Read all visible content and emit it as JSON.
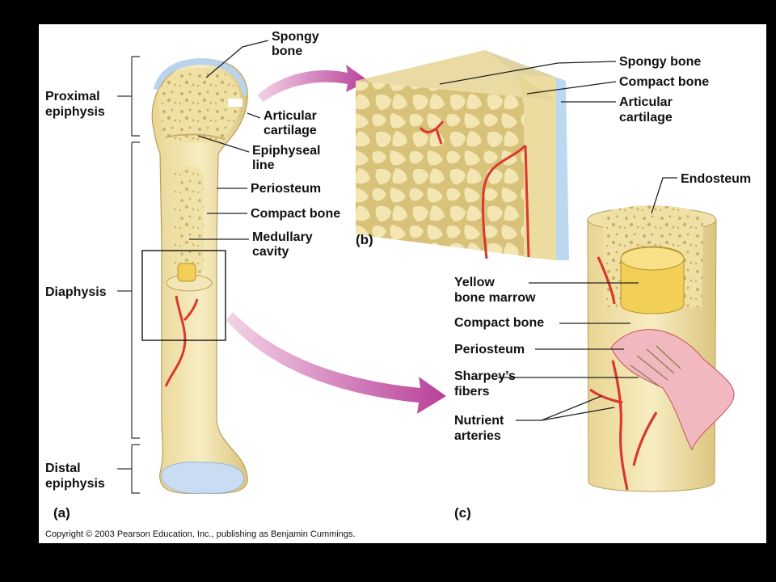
{
  "panel_a": {
    "tag": "(a)",
    "labels": {
      "spongy_bone": [
        "Spongy",
        "bone"
      ],
      "articular_cartilage": [
        "Articular",
        "cartilage"
      ],
      "epiphyseal_line": [
        "Epiphyseal",
        "line"
      ],
      "periosteum": "Periosteum",
      "compact_bone": "Compact bone",
      "medullary_cavity": [
        "Medullary",
        "cavity"
      ],
      "proximal_epiphysis": [
        "Proximal",
        "epiphysis"
      ],
      "diaphysis": "Diaphysis",
      "distal_epiphysis": [
        "Distal",
        "epiphysis"
      ]
    }
  },
  "panel_b": {
    "tag": "(b)",
    "labels": {
      "spongy_bone": "Spongy bone",
      "compact_bone": "Compact bone",
      "articular_cartilage": [
        "Articular",
        "cartilage"
      ]
    }
  },
  "panel_c": {
    "tag": "(c)",
    "labels": {
      "endosteum": "Endosteum",
      "yellow_bone_marrow": [
        "Yellow",
        "bone marrow"
      ],
      "compact_bone": "Compact bone",
      "periosteum": "Periosteum",
      "sharpeys_fibers": [
        "Sharpey’s",
        "fibers"
      ],
      "nutrient_arteries": [
        "Nutrient",
        "arteries"
      ]
    }
  },
  "copyright": "Copyright © 2003 Pearson Education, Inc., publishing as Benjamin Cummings.",
  "colors": {
    "bone": "#efe1a4",
    "bone_shadow": "#d6c27a",
    "cartilage": "#b9d3ee",
    "artery": "#d8382e",
    "periosteum": "#f2b8bf",
    "arrow": "#c0569c",
    "marrow": "#f2cf57"
  }
}
